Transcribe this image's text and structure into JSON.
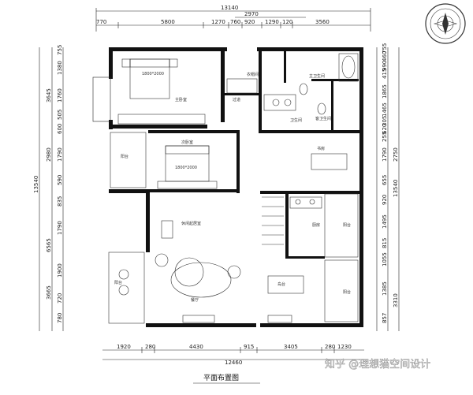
{
  "top_dims": {
    "total": "13140",
    "sub": "2970",
    "segments": [
      "770",
      "5800",
      "1270",
      "760",
      "920",
      "1290",
      "120",
      "3560"
    ]
  },
  "bottom_dims": {
    "total": "12460",
    "segments": [
      "1920",
      "280",
      "4430",
      "915",
      "3405",
      "280",
      "1230"
    ]
  },
  "left_dims": {
    "total": "13540",
    "groups": [
      "3645",
      "2980",
      "6565",
      "3665"
    ],
    "segments": [
      "755",
      "1380",
      "1760",
      "505",
      "600",
      "1790",
      "590",
      "835",
      "1790",
      "1900",
      "720",
      "780"
    ]
  },
  "right_dims": {
    "total": "13540",
    "segments": [
      "755",
      "460",
      "990",
      "415",
      "1865",
      "1465",
      "305",
      "620",
      "255",
      "1790",
      "2750",
      "655",
      "920",
      "1495",
      "815",
      "1055",
      "1385",
      "857"
    ],
    "groups": [
      "3310"
    ]
  },
  "rooms": {
    "master_bedroom": "主卧室",
    "bed1": "1800*2000",
    "closet": "衣帽间",
    "master_bath": "主卫生间",
    "guest_bath": "客卫生间",
    "bath_label": "卫生间",
    "corridor": "过道",
    "second_bedroom": "次卧室",
    "bed2": "1800*2000",
    "balcony_left": "阳台",
    "study": "书房",
    "living": "休闲起居室",
    "dining": "餐厅",
    "kitchen": "厨房",
    "balcony_right": "阳台",
    "balcony_right2": "阳台",
    "island": "岛台",
    "living_balcony": "阳台"
  },
  "title": "平面布置图",
  "watermark": "知乎 @理想猫空间设计"
}
